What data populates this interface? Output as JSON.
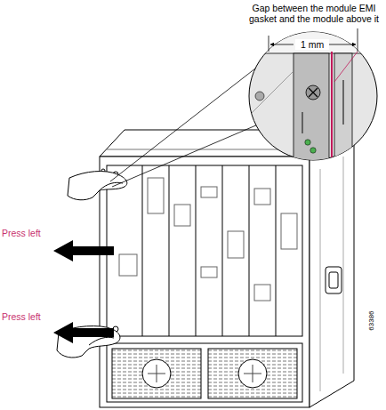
{
  "diagram": {
    "labels": [
      "Gap between the module EMI gasket and the module above it",
      "1 mm",
      "Press left",
      "Press left",
      "63386"
    ]
  }
}
